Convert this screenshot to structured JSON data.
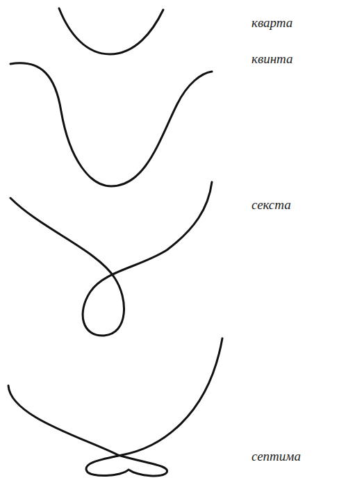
{
  "diagram": {
    "labels": [
      "кварта",
      "квинта",
      "секста",
      "септима"
    ]
  }
}
